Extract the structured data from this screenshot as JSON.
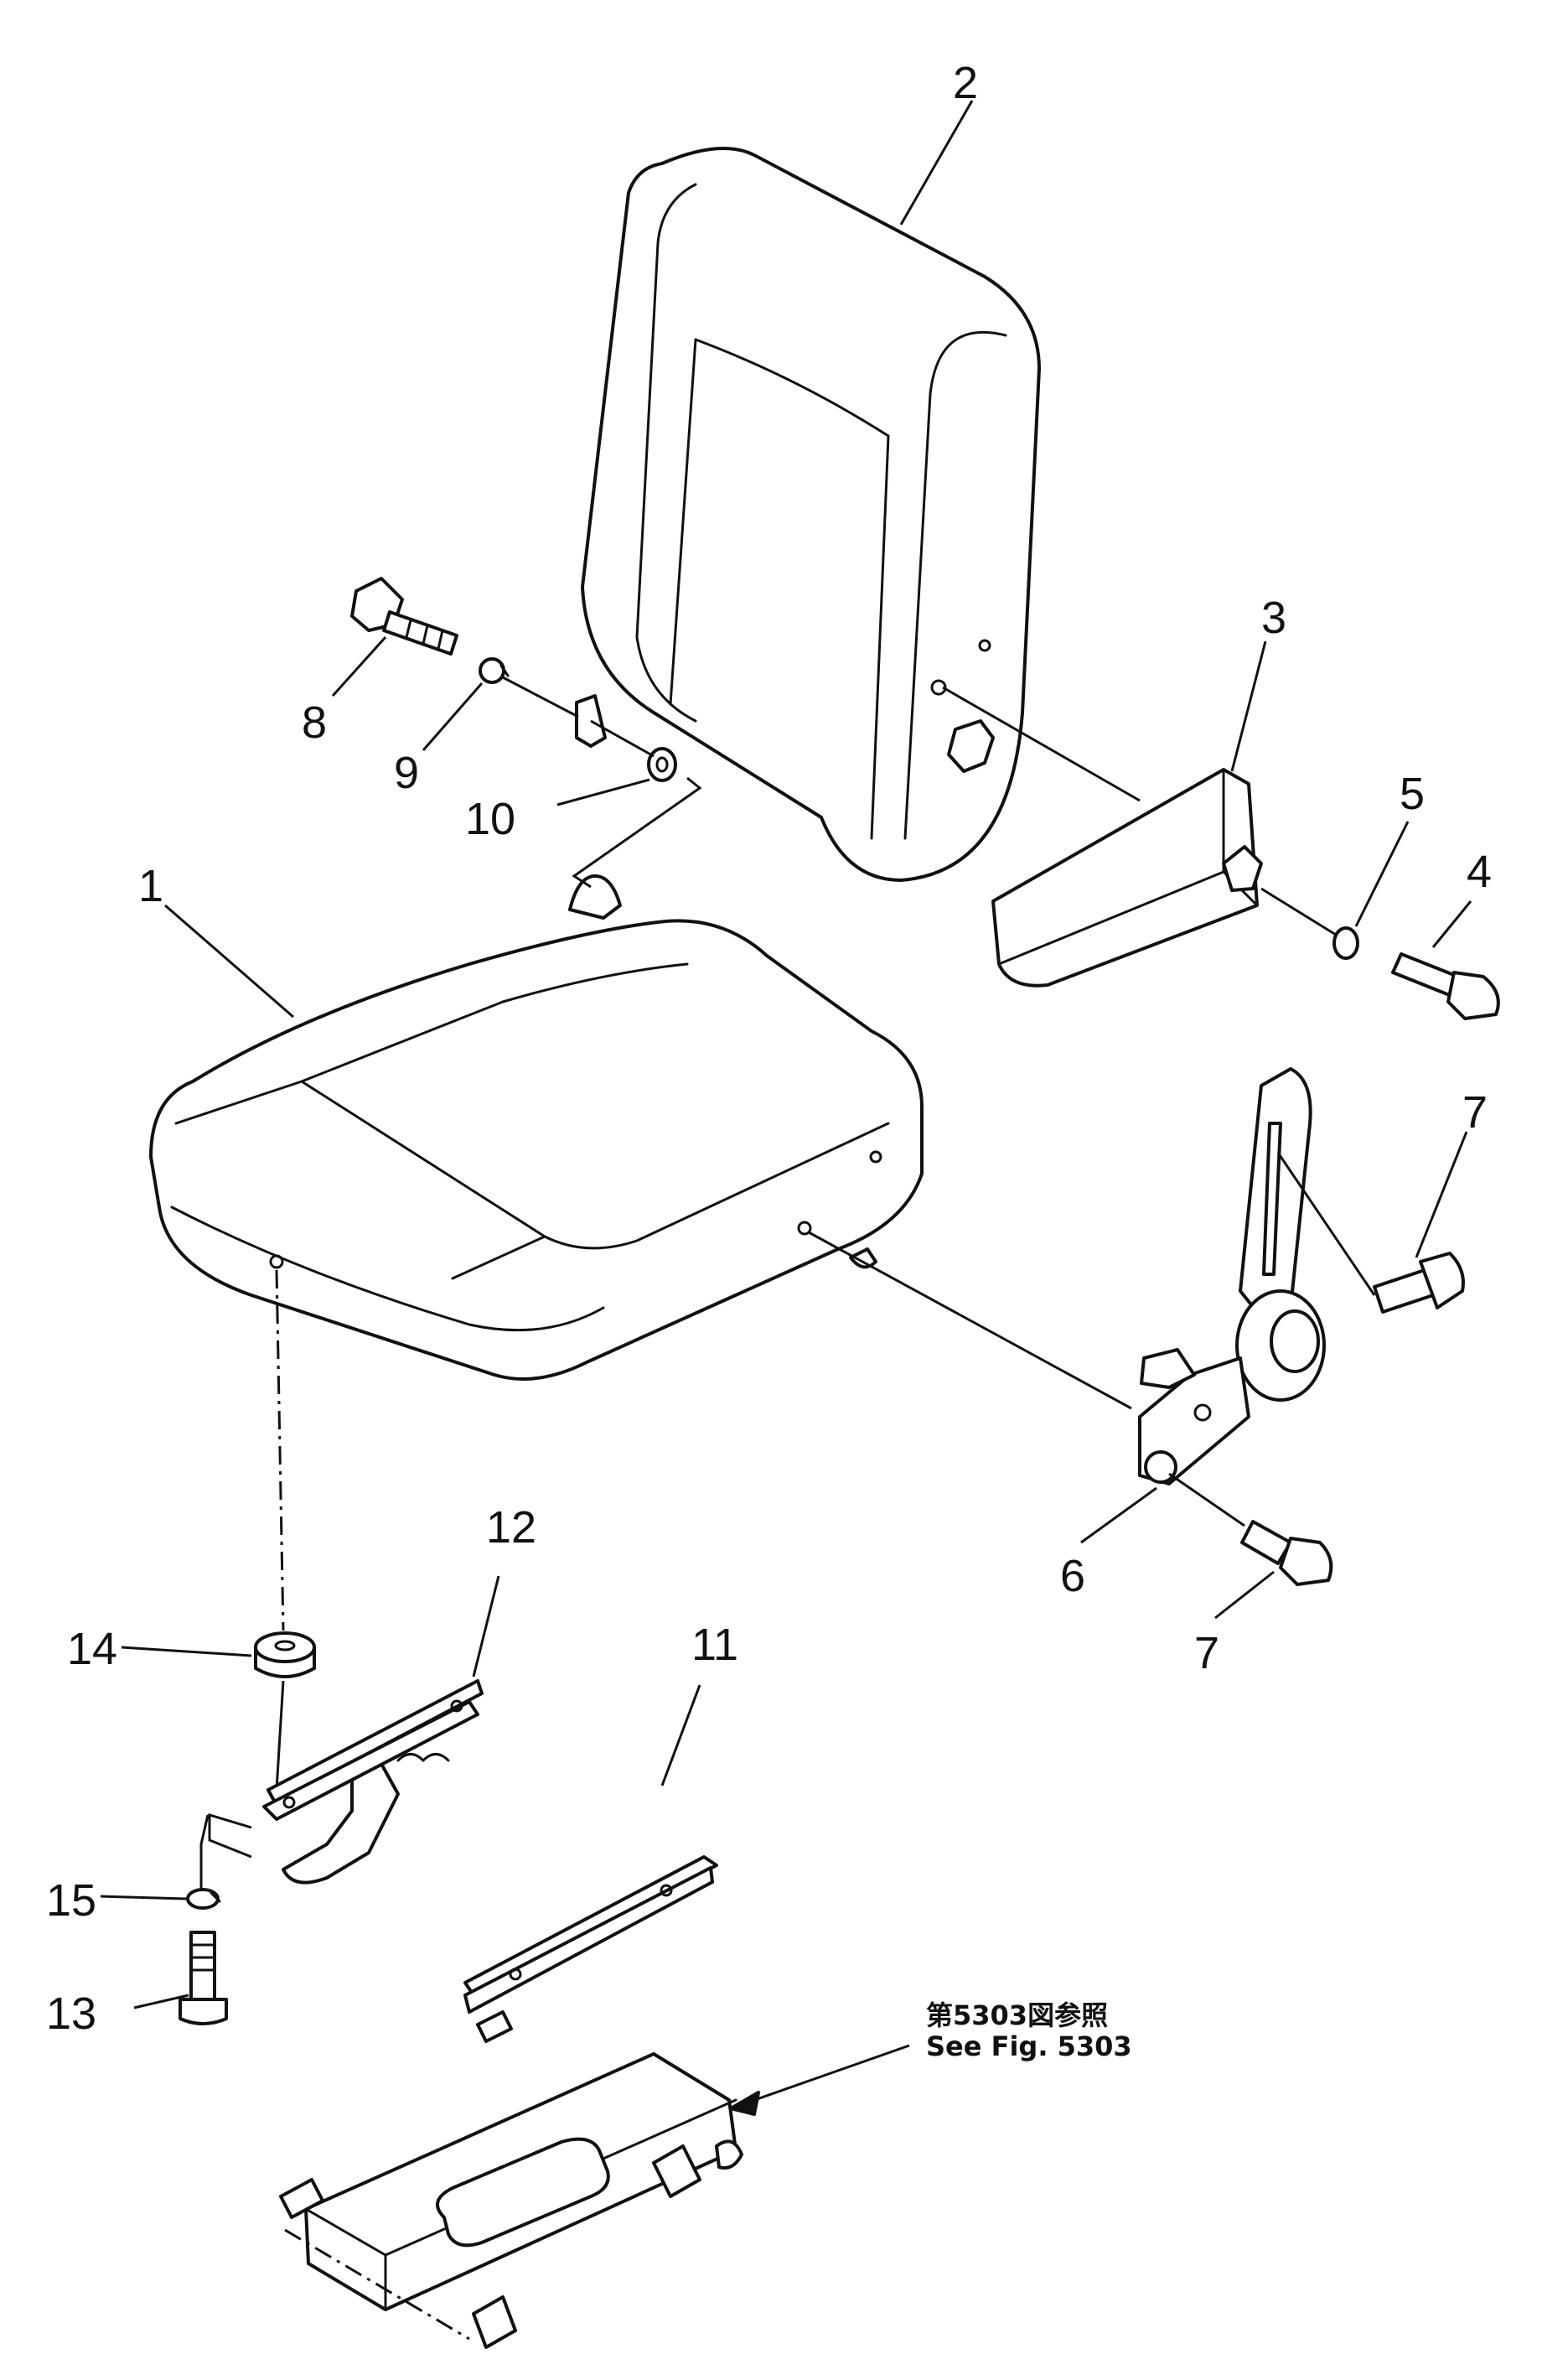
{
  "callouts": {
    "c1": "1",
    "c2": "2",
    "c3": "3",
    "c4": "4",
    "c5": "5",
    "c6": "6",
    "c7a": "7",
    "c7b": "7",
    "c8": "8",
    "c9": "9",
    "c10": "10",
    "c11": "11",
    "c12": "12",
    "c13": "13",
    "c14": "14",
    "c15": "15"
  },
  "reference": {
    "japanese": "第5303図参照",
    "english": "See Fig. 5303"
  }
}
